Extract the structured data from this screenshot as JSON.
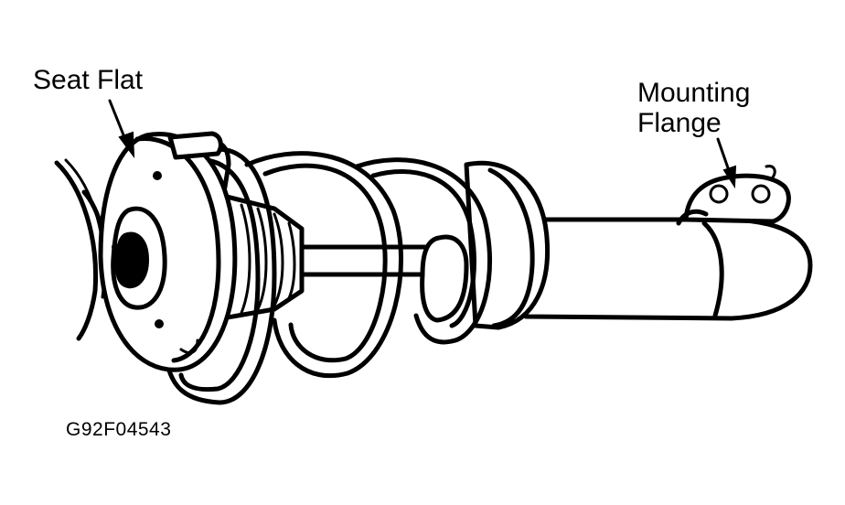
{
  "labels": {
    "seat_flat": "Seat Flat",
    "mounting_flange_line1": "Mounting",
    "mounting_flange_line2": "Flange"
  },
  "figure_code": "G92F04543",
  "colors": {
    "ink": "#000000",
    "background": "#ffffff"
  }
}
